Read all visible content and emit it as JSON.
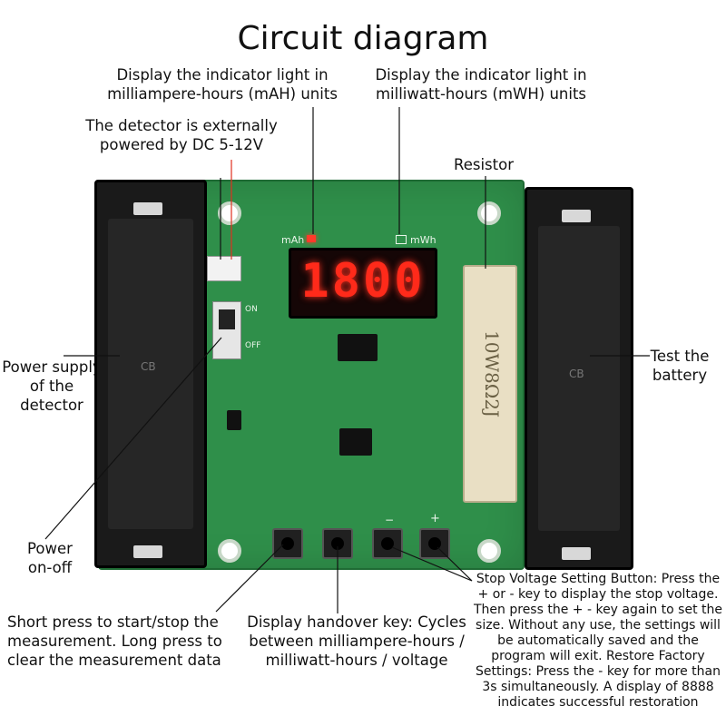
{
  "title": "Circuit diagram",
  "labels": {
    "mah_led": "Display the indicator light in milliampere-hours (mAH) units",
    "mwh_led": "Display the indicator light in milliwatt-hours (mWH) units",
    "power_ext": "The detector is externally powered by DC 5-12V",
    "resistor": "Resistor",
    "power_supply": "Power supply of the detector",
    "test_battery": "Test the battery",
    "power_onoff": "Power on-off",
    "start_stop": "Short press to start/stop the measurement. Long press to clear the measurement data",
    "handover": "Display handover key: Cycles between milliampere-hours / milliwatt-hours / voltage",
    "stop_voltage": "Stop Voltage Setting Button: Press the + or - key to display the stop voltage. Then press the + - key again to set the size. Without any use, the settings will be automatically saved and the program will exit. Restore Factory Settings: Press the - key for more than 3s simultaneously. A display of 8888 indicates successful restoration"
  },
  "board": {
    "display": "1800",
    "mah": "mAh",
    "mwh": "mWh",
    "resistor_marking": "10W8Ω2J",
    "on": "ON",
    "off": "OFF",
    "btn_minus": "−",
    "btn_plus": "+",
    "holder_mark": "CB"
  }
}
